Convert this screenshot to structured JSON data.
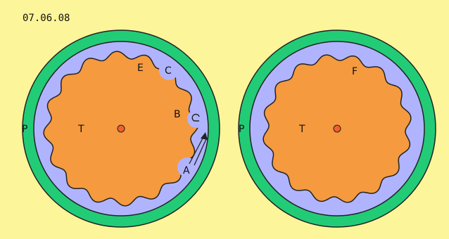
{
  "date_label": "07.06.08",
  "colors": {
    "background": "#fdf59a",
    "ring_outer": "#22cc77",
    "ring_band": "#b0b4ff",
    "core": "#f59a3e",
    "center_dot": "#f06030",
    "outline": "#222222"
  },
  "left_diagram": {
    "labels": {
      "p": "P",
      "t": "T",
      "e": "E",
      "c": "C",
      "b": "B",
      "a": "A"
    }
  },
  "right_diagram": {
    "labels": {
      "p": "P",
      "t": "T",
      "f": "F"
    }
  }
}
